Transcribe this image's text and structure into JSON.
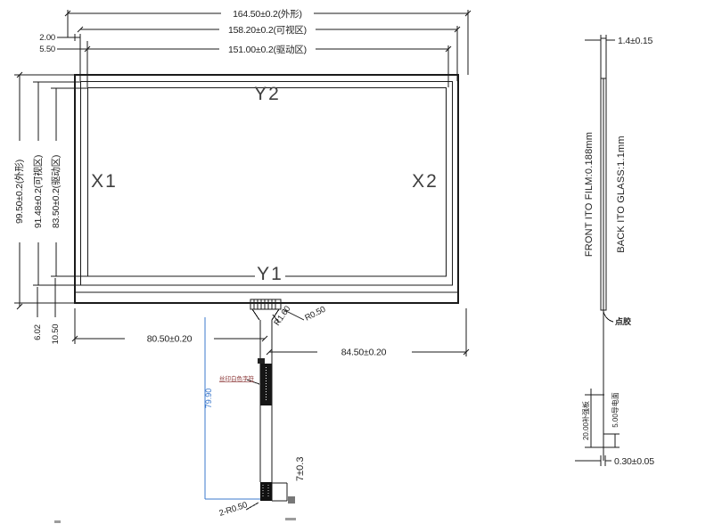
{
  "colors": {
    "line": "#1a1a1a",
    "accent_blue": "#3b78cc",
    "silk_label_red": "#8a3434"
  },
  "plan": {
    "dims_top": [
      "164.50±0.2(外形)",
      "158.20±0.2(可视区)",
      "151.00±0.2(驱动区)"
    ],
    "dims_top_left": [
      "2.00",
      "5.50"
    ],
    "dims_left": [
      "99.50±0.2(外形)",
      "91.48±0.2(可视区)",
      "83.50±0.2(驱动区)"
    ],
    "dims_bottom_left": [
      "6.02",
      "10.50"
    ],
    "electrodes": {
      "top": "Y2",
      "bottom": "Y1",
      "left": "X1",
      "right": "X2"
    }
  },
  "tail": {
    "dim_left": "80.50±0.20",
    "dim_right": "84.50±0.20",
    "radius_outer": "R0.50",
    "radius_inner": "R1.60",
    "length_blue": "79.90",
    "silk_label": "丝印白色字符",
    "end_width": "7±0.3",
    "end_radius": "2-R0.50"
  },
  "side": {
    "thickness_top": "1.4±0.15",
    "film_label": "FRONT ITO FILM:0.188mm",
    "glass_label": "BACK ITO GLASS:1.1mm",
    "glue_label": "点胶",
    "stiffener_dim": "20.00补强板",
    "conductive_dim": "5.00导电面",
    "tail_thickness": "0.30±0.05"
  }
}
